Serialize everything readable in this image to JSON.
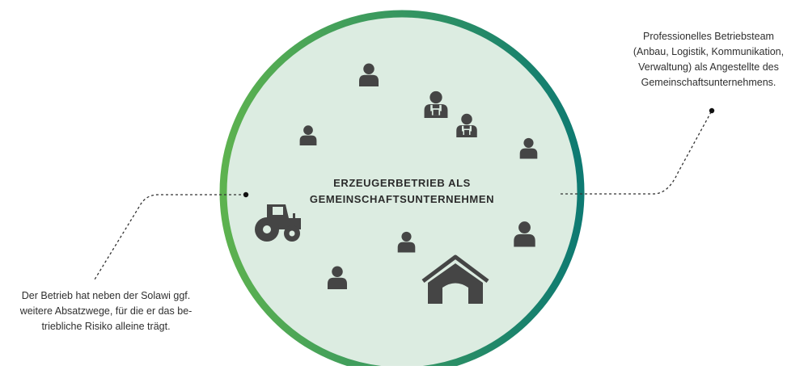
{
  "center": {
    "line1": "ERZEUGERBETRIEB ALS",
    "line2": "GEMEINSCHAFTSUNTERNEHMEN"
  },
  "annotation_right": {
    "lines": [
      "Professionelles Betriebsteam",
      "(Anbau, Logistik, Kommunikation,",
      "Verwaltung) als Angestellte des",
      "Gemeinschaftsunternehmens."
    ]
  },
  "annotation_left": {
    "lines": [
      "Der Betrieb hat neben der Solawi ggf.",
      "weitere Absatzwege, für die er das be-",
      "triebliche Risiko alleine trägt."
    ]
  },
  "colors": {
    "ring_start": "#5db24f",
    "ring_end": "#0e7a72",
    "fill": "#dcece1",
    "icon": "#454545",
    "leader": "#333333"
  },
  "icons": [
    "person-icon",
    "person-icon",
    "farmer-icon",
    "farmer-icon",
    "person-icon",
    "tractor-icon",
    "person-icon",
    "person-icon",
    "person-icon",
    "barn-icon"
  ]
}
